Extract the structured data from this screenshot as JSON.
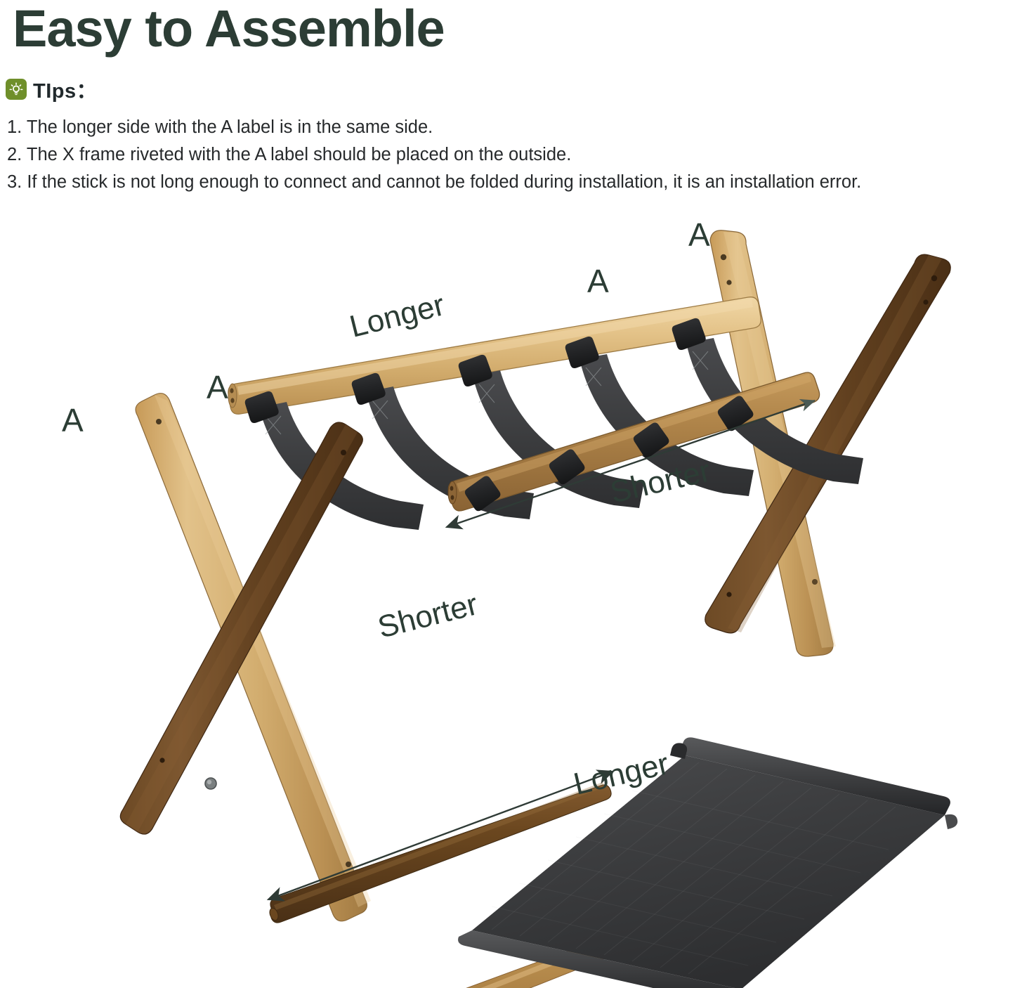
{
  "header": {
    "title": "Easy to Assemble",
    "tips_label": "TIps：",
    "tips_icon": "lightbulb-icon",
    "tips": [
      "1. The longer side with the A label is in the same side.",
      "2. The X frame riveted with the A label should be placed on the outside.",
      "3. If the stick is not long enough to connect and cannot be folded during installation, it is an installation error."
    ]
  },
  "diagram": {
    "labels": {
      "a_left_frame": "A",
      "a_strap_left": "A",
      "a_strap_right": "A",
      "a_right_frame": "A",
      "longer_top": "Longer",
      "shorter_top": "Shorter",
      "shorter_mid": "Shorter",
      "longer_bottom": "Longer"
    },
    "parts": {
      "strap_panel": "strap-panel-assembly",
      "left_x_frame": "left-x-frame",
      "right_x_frame": "right-x-frame",
      "shorter_dowel": "shorter-support-stick",
      "longer_dowel": "longer-support-stick",
      "fabric_shelf": "fabric-shelf-mat"
    },
    "colors": {
      "heading": "#2c3d35",
      "tips_badge": "#6f8f2a",
      "body_text": "#26292b",
      "bamboo_light": "#d9b273",
      "bamboo_light_hi": "#eccf9c",
      "wood_mid": "#a87e42",
      "wood_dark": "#5e3d20",
      "wood_dark_hi": "#7d5529",
      "strap_black": "#3b3c3e",
      "fabric_charcoal": "#3a3b3d",
      "arrow": "#2f3b36",
      "background": "#ffffff"
    },
    "strap_count": 5
  }
}
